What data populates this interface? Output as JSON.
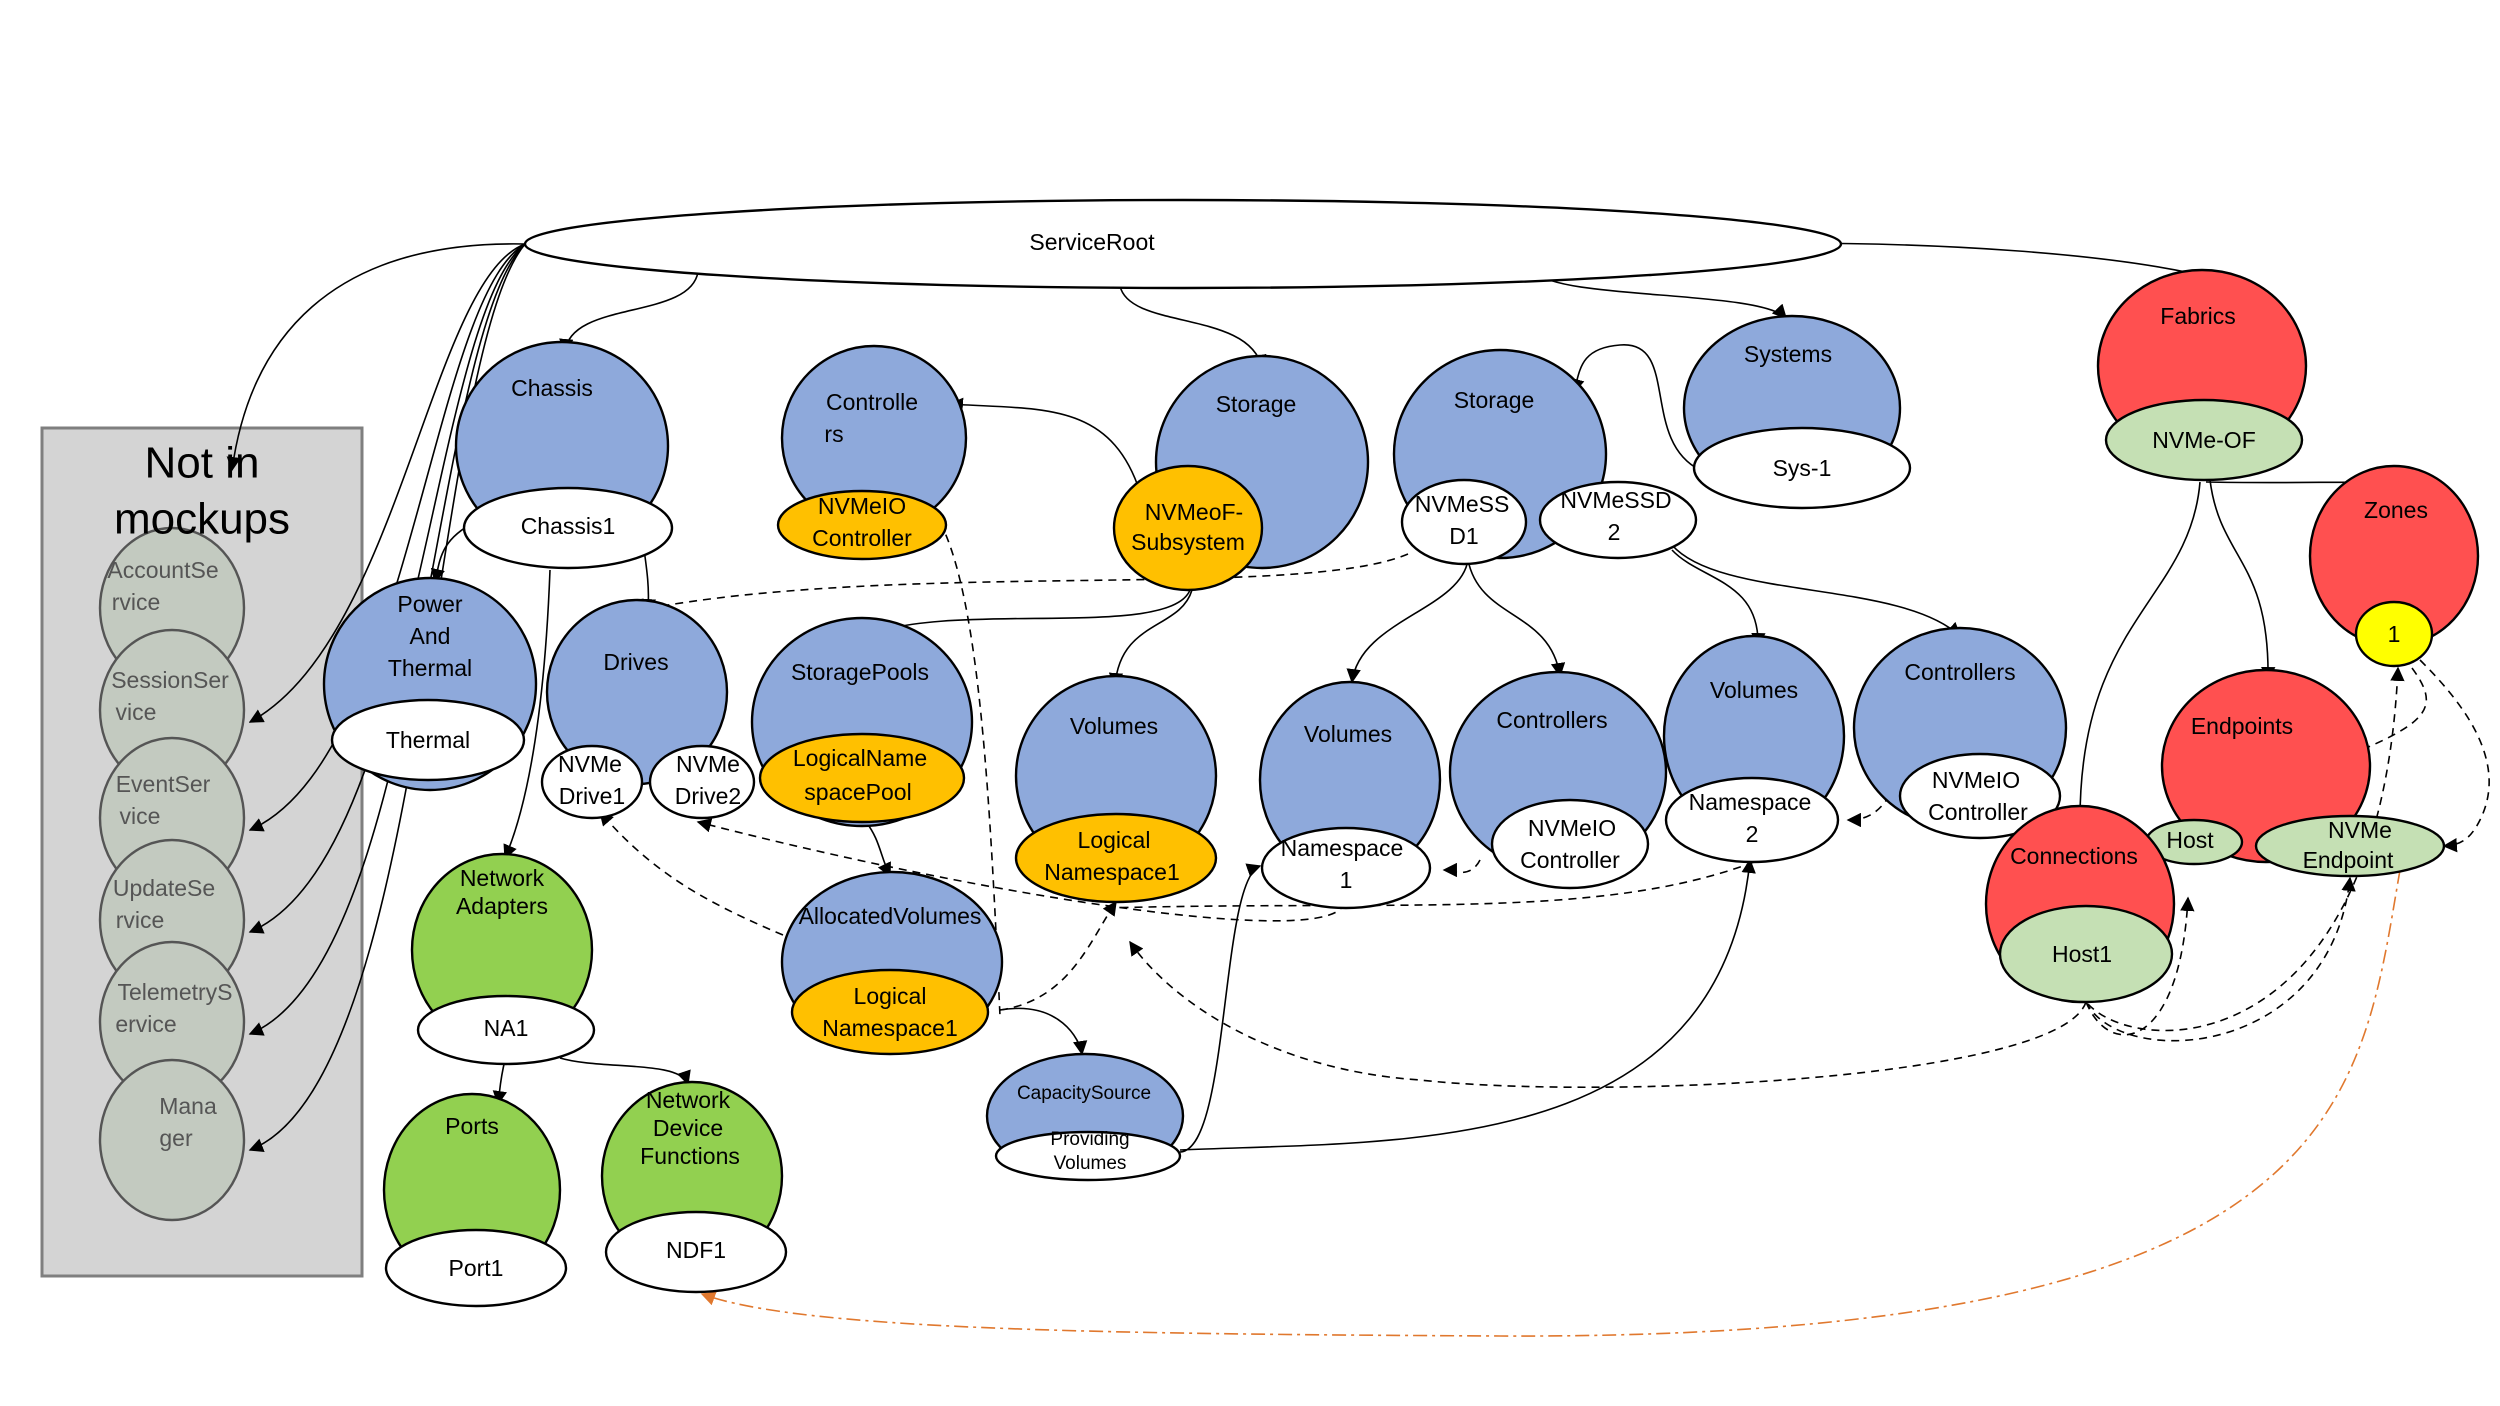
{
  "diagram": {
    "not_in_mockups": {
      "title": "Not in mockups",
      "title_lines": [
        "Not in",
        "mockups"
      ],
      "items": [
        [
          "AccountSe",
          "rvice"
        ],
        [
          "SessionSer",
          "vice"
        ],
        [
          "EventSer",
          "vice"
        ],
        [
          "UpdateSe",
          "rvice"
        ],
        [
          "TelemetryS",
          "ervice"
        ],
        [
          "Mana",
          "ger"
        ]
      ]
    },
    "service_root": "ServiceRoot",
    "chassis": {
      "label": "Chassis",
      "child": "Chassis1"
    },
    "power_thermal": {
      "label_lines": [
        "Power",
        "And",
        "Thermal"
      ],
      "child": "Thermal"
    },
    "drives": {
      "label": "Drives",
      "children": [
        [
          "NVMe",
          "Drive1"
        ],
        [
          "NVMe",
          "Drive2"
        ]
      ]
    },
    "network_adapters": {
      "label_lines": [
        "Network",
        "Adapters"
      ],
      "child": "NA1"
    },
    "ports": {
      "label": "Ports",
      "child": "Port1"
    },
    "network_device_functions": {
      "label_lines": [
        "Network",
        "Device",
        "Functions"
      ],
      "child": "NDF1"
    },
    "controllers_left": {
      "label_lines": [
        "Controlle",
        "rs"
      ],
      "child_lines": [
        "NVMeIO",
        "Controller"
      ]
    },
    "storage_left": {
      "label": "Storage",
      "child_lines": [
        "NVMeoF-",
        "Subsystem"
      ]
    },
    "storage_pools": {
      "label": "StoragePools",
      "child_lines": [
        "LogicalName",
        "spacePool"
      ]
    },
    "volumes_left": {
      "label": "Volumes",
      "child_lines": [
        "Logical",
        "Namespace1"
      ]
    },
    "allocated_volumes": {
      "label": "AllocatedVolumes",
      "child_lines": [
        "Logical",
        "Namespace1"
      ]
    },
    "capacity_source": {
      "label": "CapacitySource",
      "child_lines": [
        "Providing",
        "Volumes"
      ]
    },
    "storage_right": {
      "label": "Storage",
      "children": [
        [
          "NVMeSS",
          "D1"
        ],
        [
          "NVMeSSD",
          "2"
        ]
      ]
    },
    "systems": {
      "label": "Systems",
      "child": "Sys-1"
    },
    "volumes_mid": {
      "label": "Volumes",
      "child_lines": [
        "Namespace",
        "1"
      ]
    },
    "controllers_mid": {
      "label": "Controllers",
      "child_lines": [
        "NVMeIO",
        "Controller"
      ]
    },
    "volumes_right": {
      "label": "Volumes",
      "child_lines": [
        "Namespace",
        "2"
      ]
    },
    "controllers_right": {
      "label": "Controllers",
      "child_lines": [
        "NVMeIO",
        "Controller"
      ]
    },
    "fabrics": {
      "label": "Fabrics",
      "child": "NVMe-OF"
    },
    "zones": {
      "label": "Zones",
      "child": "1"
    },
    "endpoints": {
      "label": "Endpoints",
      "children": [
        "Host",
        [
          "NVMe",
          "Endpoint"
        ]
      ]
    },
    "connections": {
      "label": "Connections",
      "child": "Host1"
    },
    "colors": {
      "blue": "#8EA9DB",
      "red": "#FF5050",
      "green": "#92D050",
      "light_green": "#C5E0B4",
      "orange": "#FFC000",
      "yellow": "#FFFF00",
      "gray": "#D4D4D4"
    }
  }
}
